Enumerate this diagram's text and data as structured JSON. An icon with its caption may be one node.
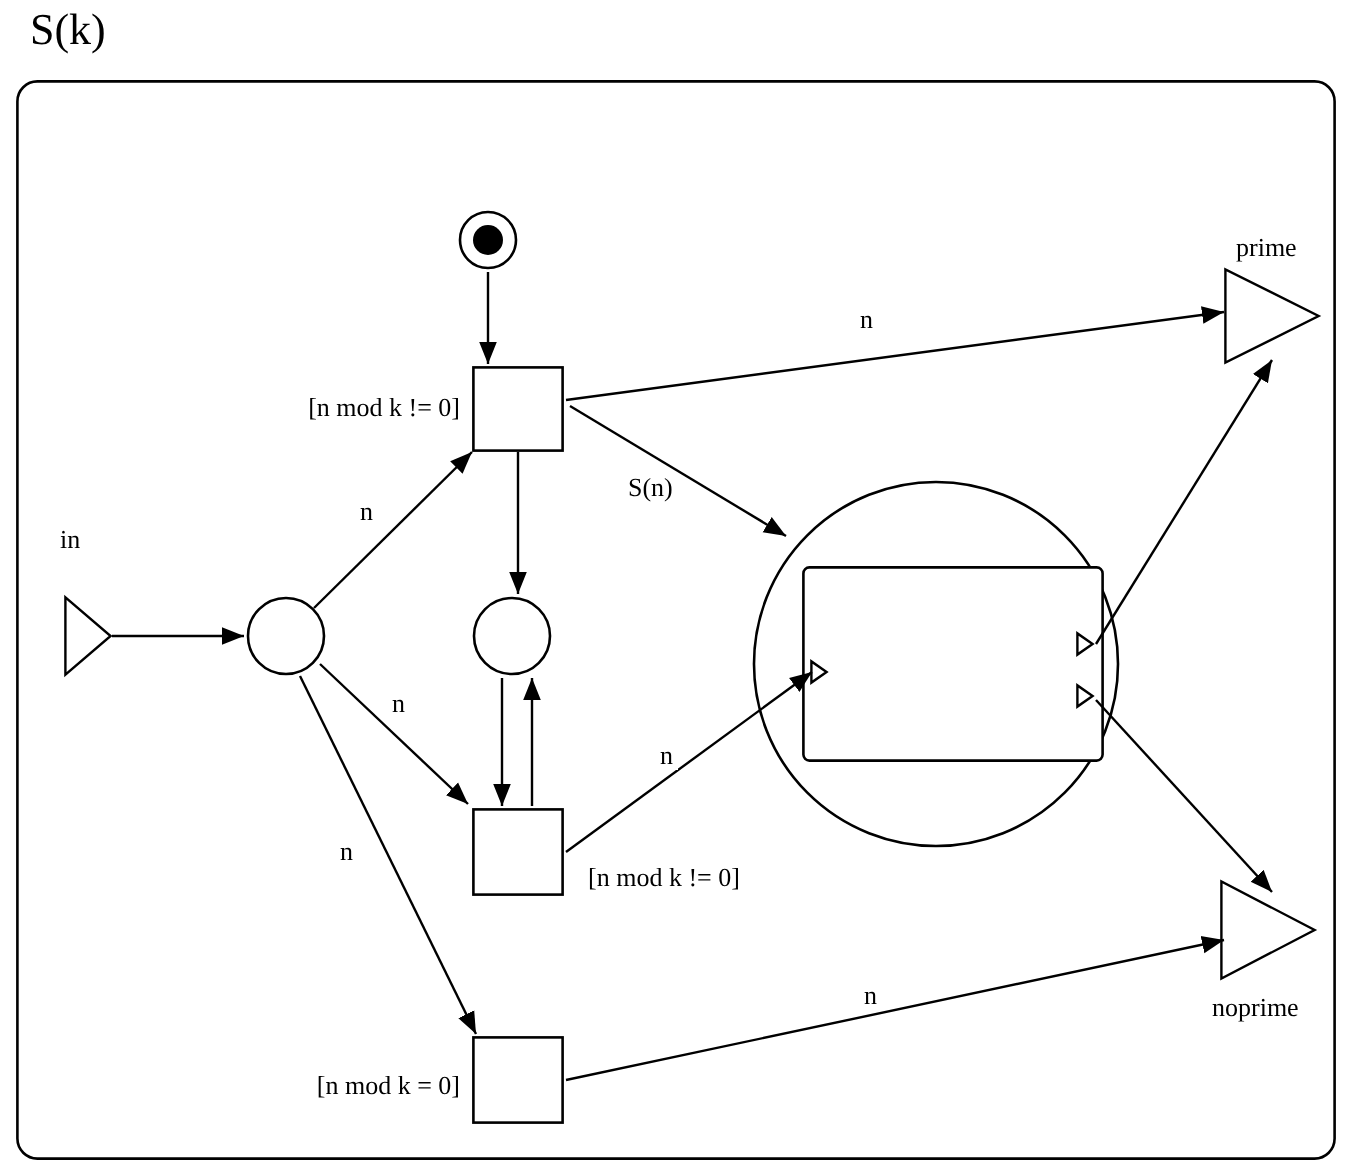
{
  "diagram": {
    "nodes": [
      {
        "text": [
          "S(k)"
        ]
      },
      {
        "text": [
          "in"
        ],
        "in": 0
      },
      {
        "text": [],
        "shape": "circle",
        "in": 0
      },
      {
        "text": [],
        "shape": "circle",
        "in": 0
      },
      {
        "text": [],
        "shape": "box",
        "beside": [
          "[n mod k != 0]"
        ],
        "in": 0
      },
      {
        "text": [],
        "shape": "circle",
        "in": 0
      },
      {
        "text": [],
        "shape": "box",
        "beside": [
          "[n mod k != 0]"
        ],
        "in": 0
      },
      {
        "text": [],
        "shape": "box",
        "beside": [
          "[n mod k = 0]"
        ],
        "in": 0
      },
      {
        "text": [],
        "shape": "circle",
        "in": 0
      },
      {
        "text": [],
        "shape": "box",
        "in": 8
      },
      {
        "text": [],
        "shape": "triangle",
        "in": 9
      },
      {
        "text": [],
        "shape": "triangle",
        "in": 9
      },
      {
        "text": [],
        "shape": "triangle",
        "in": 9
      },
      {
        "text": [
          "prime"
        ],
        "in": 0
      },
      {
        "text": [
          "noprime"
        ],
        "in": 0
      }
    ],
    "edges": [
      {
        "from": 2,
        "to": 4,
        "arrow": "to"
      },
      {
        "from": 1,
        "to": 3,
        "arrow": "to"
      },
      {
        "from": 3,
        "to": 4,
        "arrow": "to",
        "label": "n"
      },
      {
        "from": 3,
        "to": 6,
        "arrow": "to",
        "label": "n"
      },
      {
        "from": 3,
        "to": 7,
        "arrow": "to",
        "label": "n"
      },
      {
        "from": 4,
        "to": 5,
        "arrow": "to"
      },
      {
        "from": 5,
        "to": 6,
        "arrow": "to"
      },
      {
        "from": 6,
        "to": 5,
        "arrow": "to"
      },
      {
        "from": 4,
        "to": 13,
        "arrow": "to",
        "label": "n"
      },
      {
        "from": 4,
        "to": 8,
        "arrow": "to",
        "label": "S(n)"
      },
      {
        "from": 6,
        "to": 10,
        "arrow": "to",
        "label": "n"
      },
      {
        "from": 11,
        "to": 13,
        "arrow": "to"
      },
      {
        "from": 12,
        "to": 14,
        "arrow": "to"
      },
      {
        "from": 7,
        "to": 14,
        "arrow": "to",
        "label": "n"
      }
    ]
  }
}
